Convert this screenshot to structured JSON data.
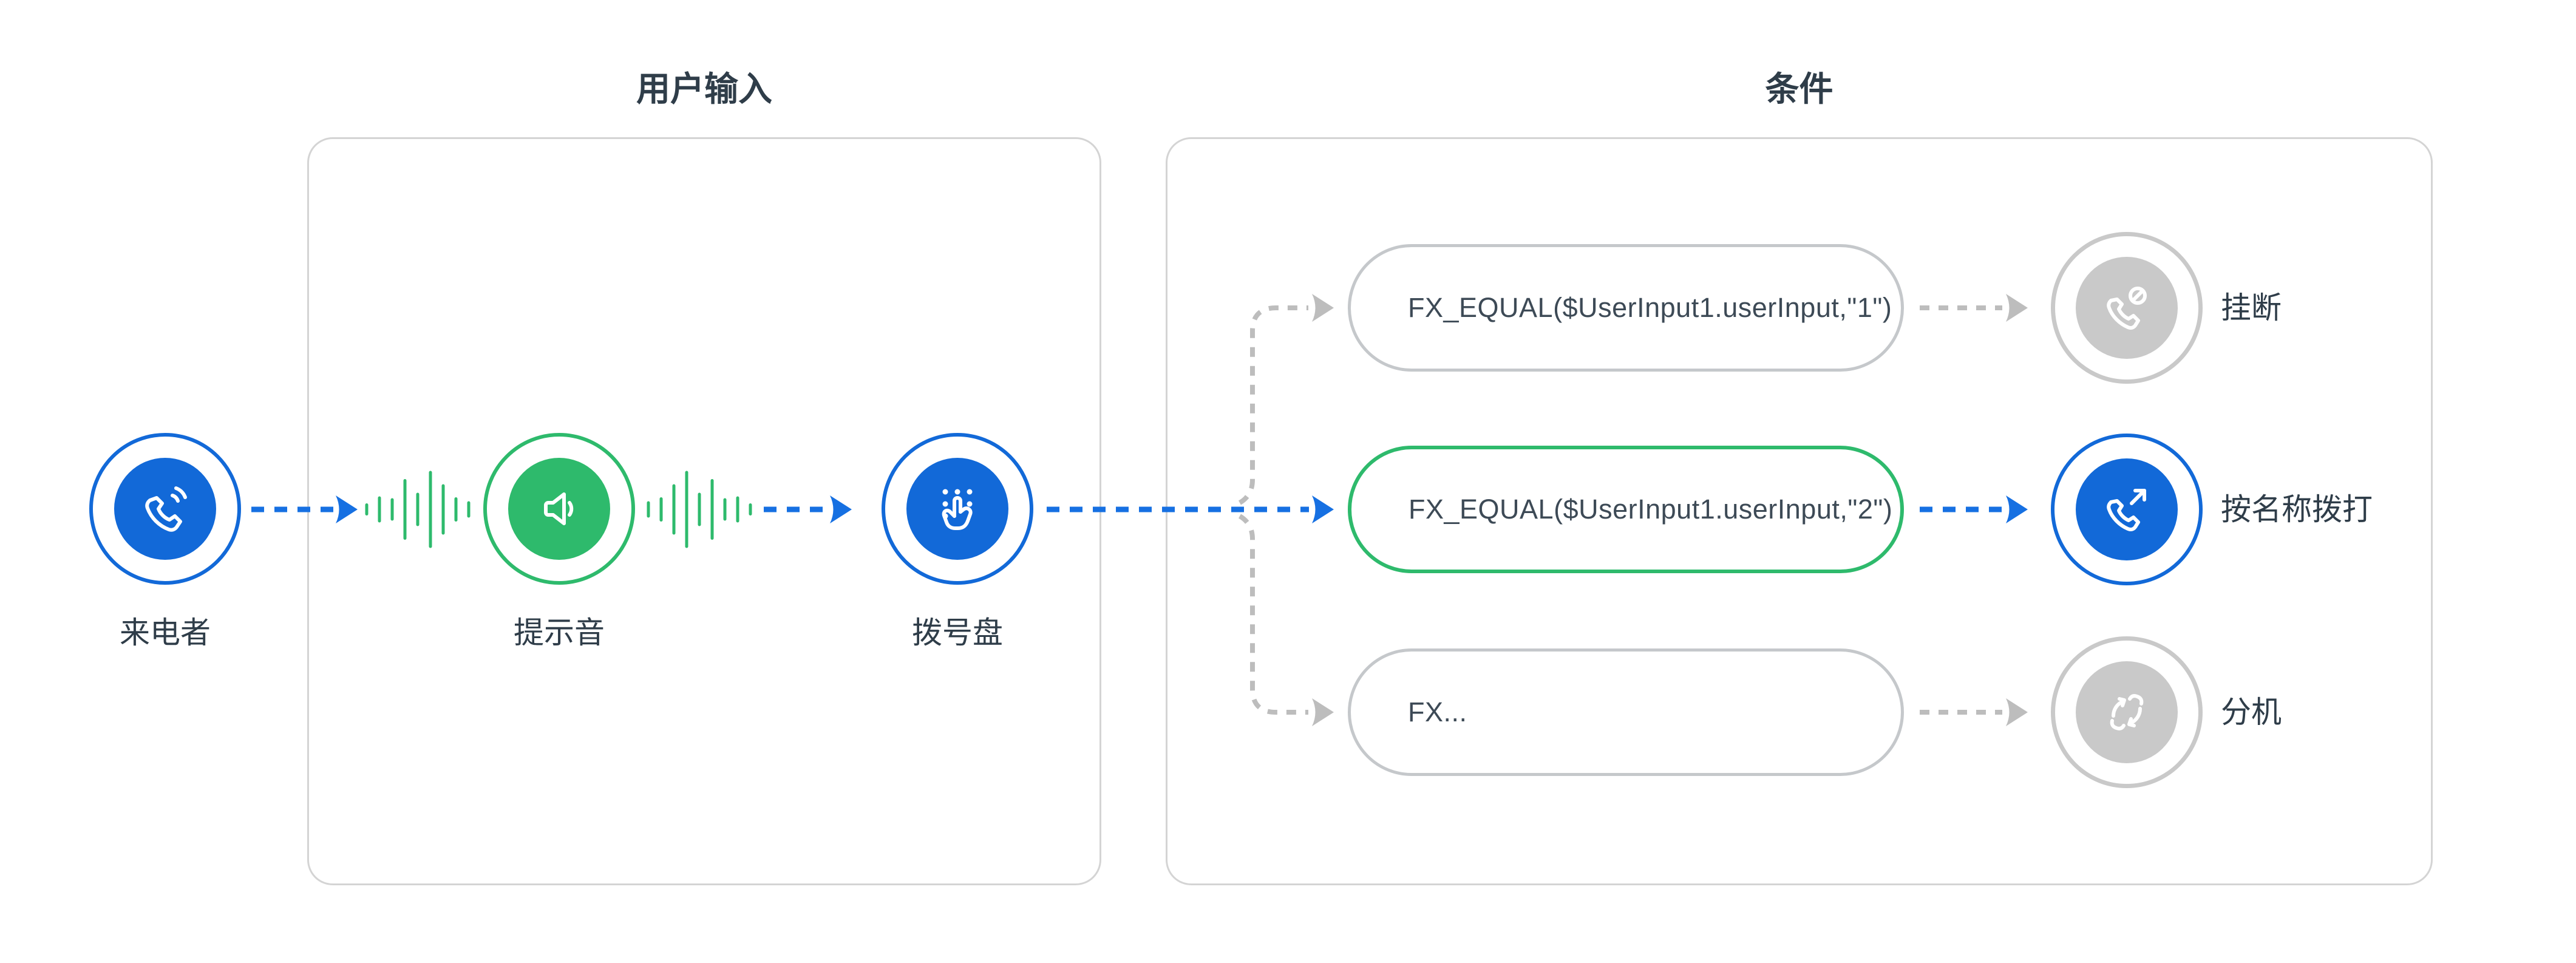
{
  "groups": [
    {
      "title": "用户输入"
    },
    {
      "title": "条件"
    }
  ],
  "nodes": {
    "caller": {
      "label": "来电者",
      "icon": "phone-call-icon",
      "color": "#1269d8"
    },
    "prompt": {
      "label": "提示音",
      "icon": "speaker-icon",
      "color": "#2eba6c"
    },
    "dialpad": {
      "label": "拨号盘",
      "icon": "touch-dialpad-icon",
      "color": "#1269d8"
    },
    "hangup": {
      "label": "挂断",
      "icon": "phone-hangup-icon",
      "color": "#c9c9c9"
    },
    "dial_by_name": {
      "label": "按名称拨打",
      "icon": "phone-outgoing-icon",
      "color": "#1269d8"
    },
    "extension": {
      "label": "分机",
      "icon": "phone-transfer-icon",
      "color": "#c9c9c9"
    }
  },
  "conditions": [
    {
      "expression": "FX_EQUAL($UserInput1.userInput,\"1\")",
      "state": "default"
    },
    {
      "expression": "FX_EQUAL($UserInput1.userInput,\"2\")",
      "state": "active"
    },
    {
      "expression": "FX...",
      "state": "default"
    }
  ],
  "waveform": {
    "bar_heights": [
      15,
      38,
      32,
      95,
      50,
      122,
      78,
      35,
      22
    ]
  },
  "colors": {
    "blue": "#1269d8",
    "blue_dash": "#1670e2",
    "green": "#2eba6c",
    "gray_node": "#c9c9c9",
    "gray_line": "#bdbdbd",
    "frame_border": "#d4d4d4",
    "box_border": "#c5c8cb",
    "text": "#2f3d49",
    "expr_text": "#3d4a56"
  }
}
